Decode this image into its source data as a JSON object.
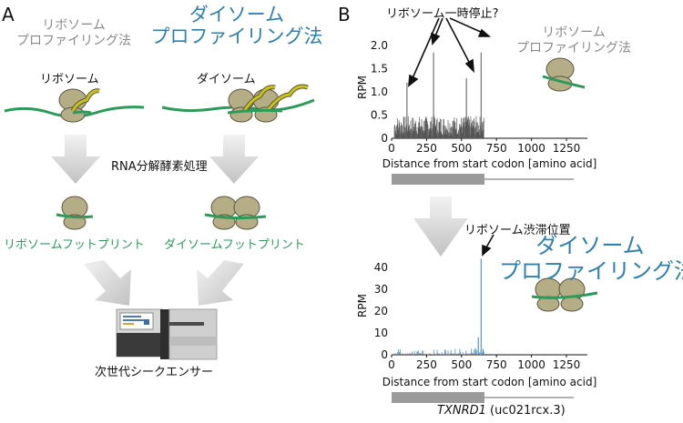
{
  "panel_a": {
    "letter": "A",
    "ribosome_profiling_title": [
      "リボソーム",
      "プロファイリング法"
    ],
    "disome_profiling_title": [
      "ダイソーム",
      "プロファイリング法"
    ],
    "ribosome_label": "リボソーム",
    "disome_label": "ダイソーム",
    "rnase_label": "RNA分解酵素処理",
    "ribosome_footprint": "リボソームフットプリント",
    "disome_footprint": "ダイソームフットプリント",
    "sequencer_label": "次世代シークエンサー"
  },
  "panel_b": {
    "letter": "B",
    "pause_annotation": "リボソーム一時停止?",
    "ribosome_profiling_title": [
      "リボソーム",
      "プロファイリング法"
    ],
    "collision_annotation": "リボソーム渋滞位置",
    "disome_profiling_title": [
      "ダイソーム",
      "プロファイリング法"
    ],
    "gene_name": "TXNRD1",
    "gene_id": "(uc021rcx.3)"
  },
  "chart_data": [
    {
      "type": "bar",
      "title": "",
      "xlabel": "Distance from start codon [amino acid]",
      "ylabel": "RPM",
      "xlim": [
        0,
        1400
      ],
      "ylim": [
        0,
        2.2
      ],
      "xticks": [
        0,
        250,
        500,
        750,
        1000,
        1250
      ],
      "yticks": [
        0,
        0.5,
        1.0,
        1.5,
        2.0
      ],
      "ytick_labels": [
        "0",
        "0.5",
        "1.0",
        "1.5",
        "2.0"
      ],
      "color": "#555555",
      "peaks": [
        {
          "x": 110,
          "y": 1.2
        },
        {
          "x": 300,
          "y": 1.85
        },
        {
          "x": 535,
          "y": 1.3
        },
        {
          "x": 640,
          "y": 1.85
        }
      ],
      "baseline_x": [
        20,
        660
      ],
      "baseline_y": 0.3
    },
    {
      "type": "bar",
      "title": "",
      "xlabel": "Distance from start codon [amino acid]",
      "ylabel": "RPM",
      "xlim": [
        0,
        1400
      ],
      "ylim": [
        0,
        45
      ],
      "xticks": [
        0,
        250,
        500,
        750,
        1000,
        1250
      ],
      "yticks": [
        0,
        10,
        20,
        30,
        40
      ],
      "ytick_labels": [
        "0",
        "10",
        "20",
        "30",
        "40"
      ],
      "color": "#3a7fbf",
      "peaks": [
        {
          "x": 640,
          "y": 44
        },
        {
          "x": 620,
          "y": 8
        },
        {
          "x": 600,
          "y": 3
        }
      ],
      "baseline_x": [
        20,
        660
      ],
      "baseline_y": 0.8
    }
  ],
  "colors": {
    "mrna_green": "#2e9a5a",
    "ribosome_fill": "#b5ad86",
    "ribosome_stroke": "#5a5540",
    "nascent_yellow": "#c8c21a",
    "arrow_gray": "#cfcfcf",
    "blue": "#2f7fb0",
    "gray_text": "#8a8a8a"
  }
}
